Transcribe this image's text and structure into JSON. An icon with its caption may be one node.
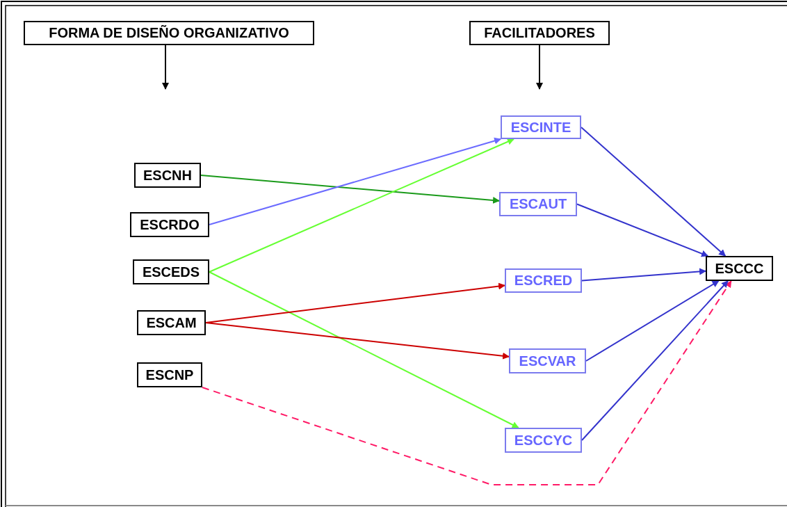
{
  "diagram": {
    "nodes": [
      {
        "text": [
          "FORMA DE DISEÑO ORGANIZATIVO"
        ]
      },
      {
        "text": [
          "FACILITADORES"
        ]
      },
      {
        "text": [
          "ESCNH"
        ]
      },
      {
        "text": [
          "ESCRDO"
        ]
      },
      {
        "text": [
          "ESCEDS"
        ]
      },
      {
        "text": [
          "ESCAM"
        ]
      },
      {
        "text": [
          "ESCNP"
        ]
      },
      {
        "text": [
          "ESCINTE"
        ]
      },
      {
        "text": [
          "ESCAUT"
        ]
      },
      {
        "text": [
          "ESCRED"
        ]
      },
      {
        "text": [
          "ESCVAR"
        ]
      },
      {
        "text": [
          "ESCCYC"
        ]
      },
      {
        "text": [
          "ESCCC"
        ]
      }
    ],
    "edges": [
      {
        "from": 0,
        "to": null,
        "arrow": "to",
        "color": "#000000"
      },
      {
        "from": 1,
        "to": null,
        "arrow": "to",
        "color": "#000000"
      },
      {
        "from": 2,
        "to": 8,
        "arrow": "to",
        "color": "#1a9a1a"
      },
      {
        "from": 3,
        "to": 7,
        "arrow": "to",
        "color": "#6b6bff"
      },
      {
        "from": 4,
        "to": 7,
        "arrow": "to",
        "color": "#66ff33"
      },
      {
        "from": 4,
        "to": 11,
        "arrow": "to",
        "color": "#66ff33"
      },
      {
        "from": 5,
        "to": 9,
        "arrow": "to",
        "color": "#cc0000"
      },
      {
        "from": 5,
        "to": 10,
        "arrow": "to",
        "color": "#cc0000"
      },
      {
        "from": 6,
        "to": 12,
        "arrow": "to",
        "style": "dashed",
        "color": "#ff1a66"
      },
      {
        "from": 7,
        "to": 12,
        "arrow": "to"
      },
      {
        "from": 8,
        "to": 12,
        "arrow": "to"
      },
      {
        "from": 9,
        "to": 12,
        "arrow": "to"
      },
      {
        "from": 10,
        "to": 12,
        "arrow": "to"
      },
      {
        "from": 11,
        "to": 12,
        "arrow": "to"
      }
    ]
  }
}
